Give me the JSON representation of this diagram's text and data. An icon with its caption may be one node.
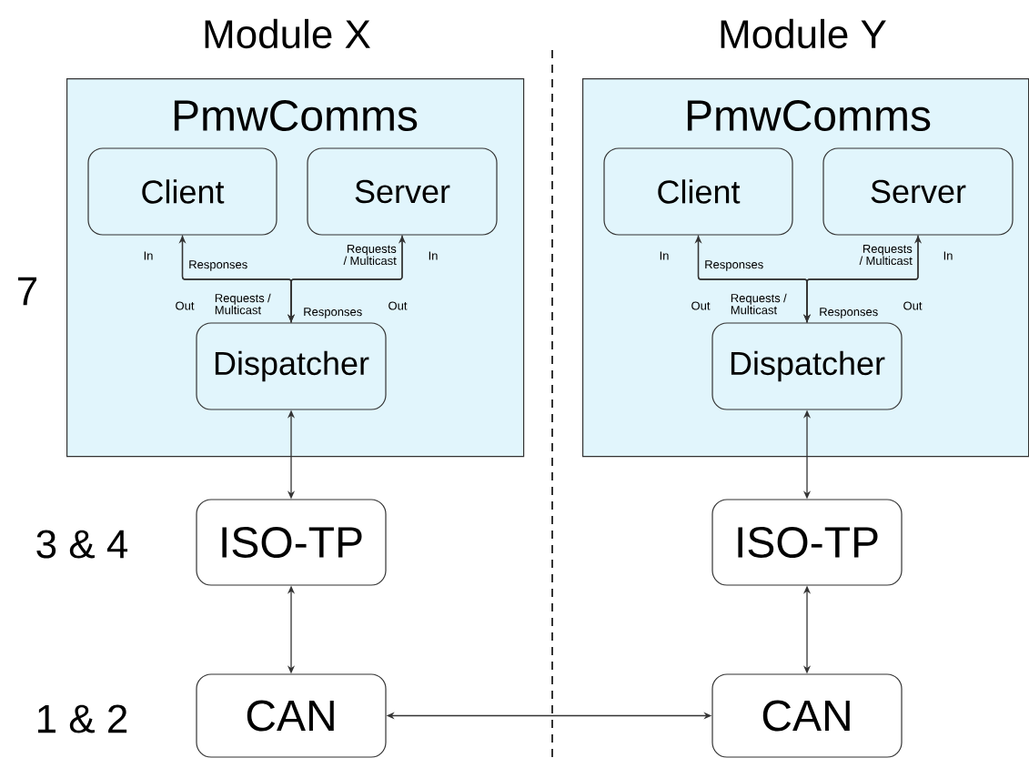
{
  "diagram": {
    "nodes": [
      {
        "text": [
          "PmwComms"
        ]
      },
      {
        "text": [
          "Client"
        ],
        "in": 0
      },
      {
        "text": [
          "Server"
        ],
        "in": 0
      },
      {
        "text": [
          "Dispatcher"
        ],
        "in": 0
      },
      {
        "text": [
          "ISO-TP"
        ]
      },
      {
        "text": [
          "CAN"
        ]
      },
      {
        "text": [
          "PmwComms"
        ]
      },
      {
        "text": [
          "Client"
        ],
        "in": 6
      },
      {
        "text": [
          "Server"
        ],
        "in": 6
      },
      {
        "text": [
          "Dispatcher"
        ],
        "in": 6
      },
      {
        "text": [
          "ISO-TP"
        ]
      },
      {
        "text": [
          "CAN"
        ]
      }
    ],
    "edges": [
      {
        "from": 3,
        "to": 1,
        "arrow": "to",
        "label": "Responses"
      },
      {
        "from": 3,
        "to": 2,
        "arrow": "to",
        "label": "Requests / Multicast"
      },
      {
        "from": 1,
        "to": 3,
        "arrow": "to",
        "label": "Requests / Multicast"
      },
      {
        "from": 2,
        "to": 3,
        "arrow": "to",
        "label": "Responses"
      },
      {
        "from": 3,
        "to": 4,
        "arrow": "both"
      },
      {
        "from": 4,
        "to": 5,
        "arrow": "both"
      },
      {
        "from": 9,
        "to": 7,
        "arrow": "to",
        "label": "Responses"
      },
      {
        "from": 9,
        "to": 8,
        "arrow": "to",
        "label": "Requests / Multicast"
      },
      {
        "from": 7,
        "to": 9,
        "arrow": "to",
        "label": "Requests / Multicast"
      },
      {
        "from": 8,
        "to": 9,
        "arrow": "to",
        "label": "Responses"
      },
      {
        "from": 9,
        "to": 10,
        "arrow": "both"
      },
      {
        "from": 10,
        "to": 11,
        "arrow": "both"
      },
      {
        "from": 5,
        "to": 11,
        "arrow": "both"
      }
    ],
    "labels": [
      "Module X",
      "Module Y",
      "In",
      "In",
      "In",
      "In",
      "7",
      "Out",
      "Out",
      "Out",
      "Out",
      "3 & 4",
      "1 & 2"
    ]
  }
}
